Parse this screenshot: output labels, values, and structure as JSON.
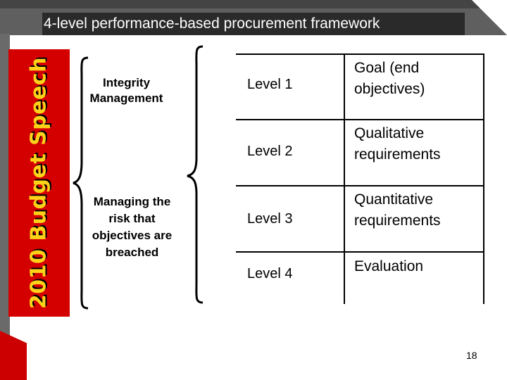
{
  "slide": {
    "title": "4-level performance-based procurement framework",
    "vertical_title": "2010 Budget Speech",
    "page_number": "18"
  },
  "groups": [
    {
      "label": "Integrity Management"
    },
    {
      "label": "Managing the risk that objectives are breached"
    }
  ],
  "levels": [
    {
      "level": "Level 1",
      "description": "Goal (end objectives)"
    },
    {
      "level": "Level 2",
      "description": "Qualitative requirements"
    },
    {
      "level": "Level 3",
      "description": "Quantitative requirements"
    },
    {
      "level": "Level 4",
      "description": "Evaluation"
    }
  ],
  "colors": {
    "banner_red": "#d40000",
    "banner_text": "#ffd21a",
    "title_bar": "#2a2a2a"
  }
}
